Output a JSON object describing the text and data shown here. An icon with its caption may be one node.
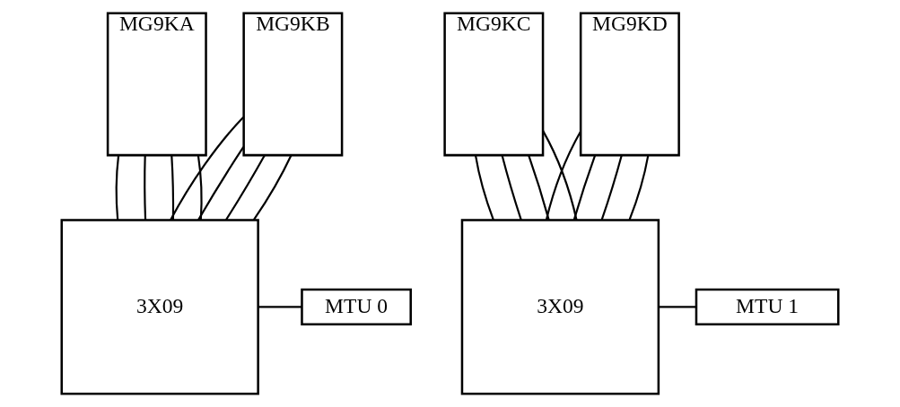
{
  "diagram": {
    "nodes": [
      {
        "text": [
          "MG9KA"
        ]
      },
      {
        "text": [
          "MG9KB"
        ]
      },
      {
        "text": [
          "MG9KC"
        ]
      },
      {
        "text": [
          "MG9KD"
        ]
      },
      {
        "text": [
          "MTU 0"
        ]
      },
      {
        "text": [
          "3X09"
        ]
      },
      {
        "text": [
          "MTU 1"
        ]
      },
      {
        "text": [
          "3X09"
        ]
      }
    ],
    "edges": [
      {
        "from": 0,
        "to": 5,
        "arrow": "none"
      },
      {
        "from": 0,
        "to": 5,
        "arrow": "none"
      },
      {
        "from": 0,
        "to": 5,
        "arrow": "none"
      },
      {
        "from": 0,
        "to": 5,
        "arrow": "none"
      },
      {
        "from": 1,
        "to": 5,
        "arrow": "none"
      },
      {
        "from": 1,
        "to": 5,
        "arrow": "none"
      },
      {
        "from": 1,
        "to": 5,
        "arrow": "none"
      },
      {
        "from": 1,
        "to": 5,
        "arrow": "none"
      },
      {
        "from": 2,
        "to": 7,
        "arrow": "none"
      },
      {
        "from": 2,
        "to": 7,
        "arrow": "none"
      },
      {
        "from": 2,
        "to": 7,
        "arrow": "none"
      },
      {
        "from": 2,
        "to": 7,
        "arrow": "none"
      },
      {
        "from": 3,
        "to": 7,
        "arrow": "none"
      },
      {
        "from": 3,
        "to": 7,
        "arrow": "none"
      },
      {
        "from": 3,
        "to": 7,
        "arrow": "none"
      },
      {
        "from": 3,
        "to": 7,
        "arrow": "none"
      },
      {
        "from": 4,
        "to": 5,
        "arrow": "none"
      },
      {
        "from": 6,
        "to": 7,
        "arrow": "none"
      }
    ]
  }
}
